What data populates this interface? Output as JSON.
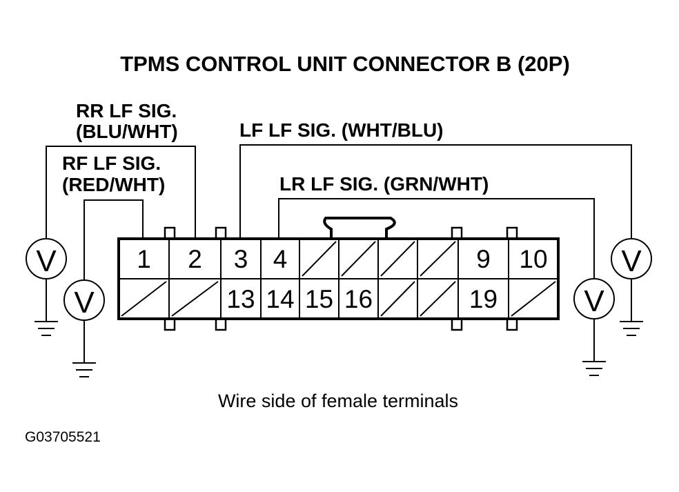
{
  "diagram": {
    "title": "TPMS CONTROL UNIT CONNECTOR B (20P)",
    "signals": {
      "rr_line1": "RR LF SIG.",
      "rr_line2": "(BLU/WHT)",
      "rf_line1": "RF LF SIG.",
      "rf_line2": "(RED/WHT)",
      "lf": "LF LF SIG. (WHT/BLU)",
      "lr": "LR LF SIG. (GRN/WHT)"
    },
    "pins_top": [
      "1",
      "2",
      "3",
      "4",
      "",
      "",
      "",
      "",
      "9",
      "10"
    ],
    "pins_bottom": [
      "",
      "",
      "13",
      "14",
      "15",
      "16",
      "",
      "",
      "19",
      ""
    ],
    "caption": "Wire side of female terminals",
    "figure_code": "G03705521",
    "meter_symbol": "V"
  }
}
